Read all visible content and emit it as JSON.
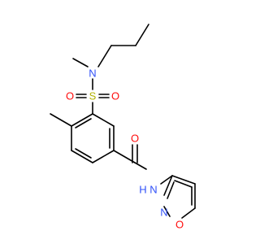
{
  "atoms": {
    "N_amine": "N",
    "S": "S",
    "O_sulfonyl_left": "O",
    "O_sulfonyl_right": "O",
    "O_carbonyl": "O",
    "N_amide_h": "H",
    "N_amide": "N",
    "N_ring": "N",
    "O_ring": "O"
  },
  "colors": {
    "bond": "#000000",
    "nitrogen": "#3050F8",
    "oxygen": "#FF0D0D",
    "sulfur": "#B2B200",
    "background": "#ffffff"
  }
}
